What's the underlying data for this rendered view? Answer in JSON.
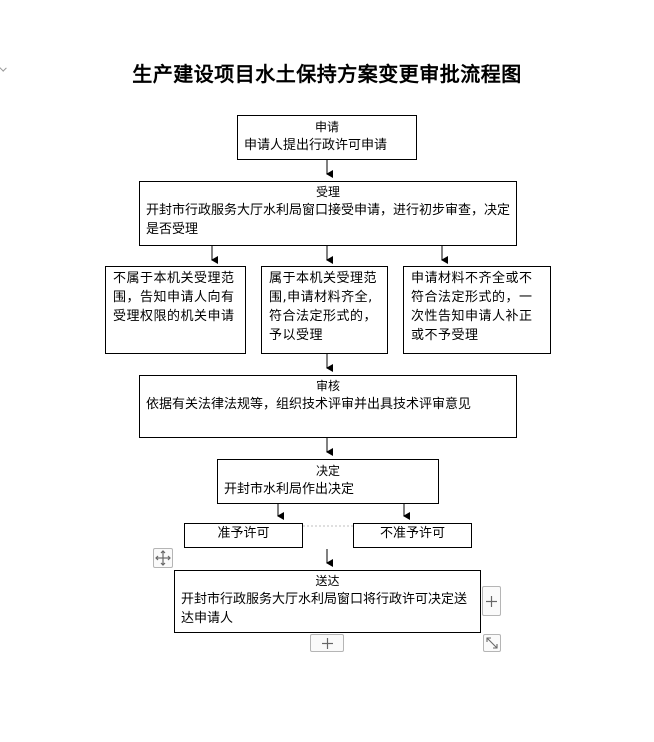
{
  "title": "生产建设项目水土保持方案变更审批流程图",
  "steps": {
    "apply": {
      "head": "申请",
      "body": "申请人提出行政许可申请"
    },
    "accept": {
      "head": "受理",
      "body": "开封市行政服务大厅水利局窗口接受申请，进行初步审查，决定是否受理"
    },
    "review": {
      "head": "审核",
      "body": "依据有关法律法规等，组织技术评审并出具技术评审意见"
    },
    "decide": {
      "head": "决定",
      "body": "开封市水利局作出决定"
    },
    "deliver": {
      "head": "送达",
      "body": "开封市行政服务大厅水利局窗口将行政许可决定送达申请人"
    }
  },
  "branches": {
    "not_belong": "不属于本机关受理范围，告知申请人向有受理权限的机关申请",
    "belong": "属于本机关受理范围,申请材料齐全,符合法定形式的，予以受理",
    "incomplete": "申请材料不齐全或不符合法定形式的，一次性告知申请人补正或不予受理"
  },
  "outcomes": {
    "approve": "准予许可",
    "reject": "不准予许可"
  },
  "controls": {
    "move_icon": "move-icon",
    "add_right_icon": "plus-icon",
    "add_bottom_icon": "plus-icon",
    "resize_icon": "resize-icon"
  }
}
